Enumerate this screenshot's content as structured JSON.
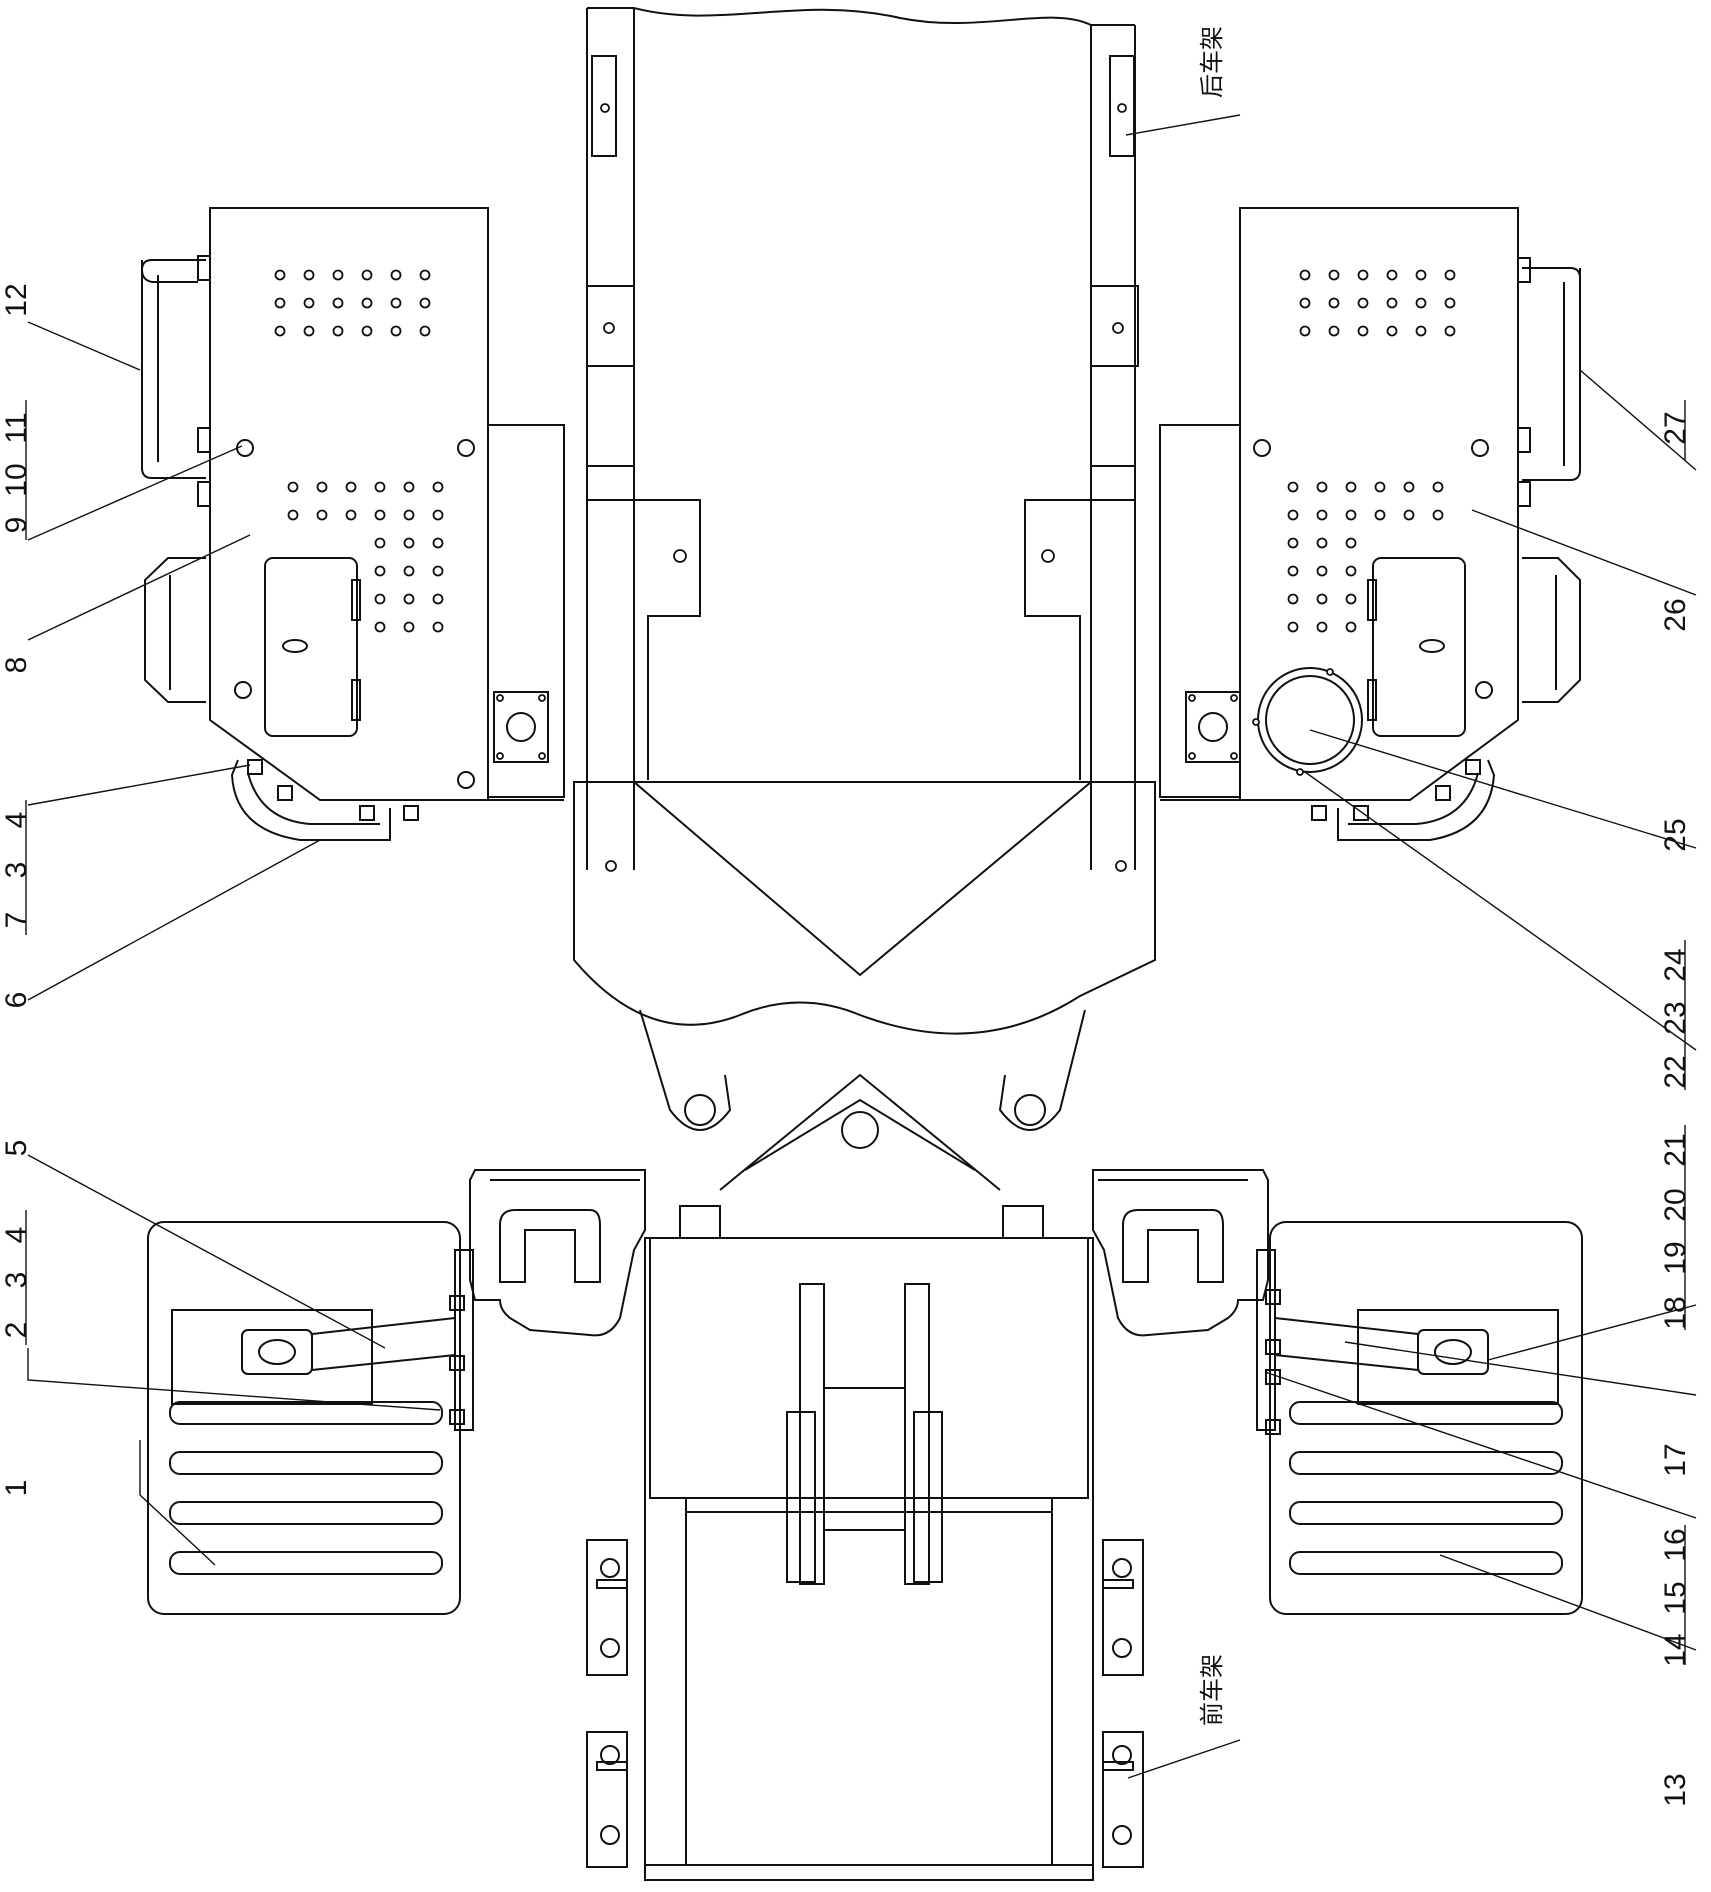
{
  "frame_labels": {
    "rear_frame": "后车架",
    "front_frame": "前车架"
  },
  "callouts": {
    "c1": "1",
    "c2": "2",
    "c3a": "3",
    "c4a": "4",
    "c5": "5",
    "c6": "6",
    "c7": "7",
    "c3b": "3",
    "c4b": "4",
    "c8": "8",
    "c9": "9",
    "c10": "10",
    "c11": "11",
    "c12": "12",
    "c13": "13",
    "c14": "14",
    "c15": "15",
    "c16": "16",
    "c17": "17",
    "c18": "18",
    "c19": "19",
    "c20": "20",
    "c21": "21",
    "c22": "22",
    "c23": "23",
    "c24": "24",
    "c25": "25",
    "c26": "26",
    "c27": "27"
  }
}
